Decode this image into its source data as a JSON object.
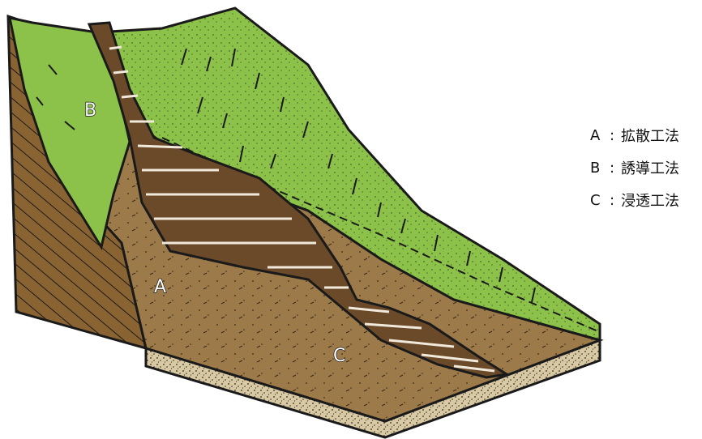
{
  "diagram": {
    "zones": [
      {
        "id": "A",
        "label": "A"
      },
      {
        "id": "B",
        "label": "B"
      },
      {
        "id": "C",
        "label": "C"
      }
    ],
    "colors": {
      "vegetation": "#8cc24a",
      "soil": "#9c7a4a",
      "channel": "#6b4a2a",
      "cut_face": "#8a6332",
      "base": "#d9c9a3",
      "outline": "#1a1a1a"
    }
  },
  "legend": {
    "items": [
      {
        "key": "A",
        "separator": ":",
        "text": "拡散工法"
      },
      {
        "key": "B",
        "separator": ":",
        "text": "誘導工法"
      },
      {
        "key": "C",
        "separator": ":",
        "text": "浸透工法"
      }
    ]
  }
}
